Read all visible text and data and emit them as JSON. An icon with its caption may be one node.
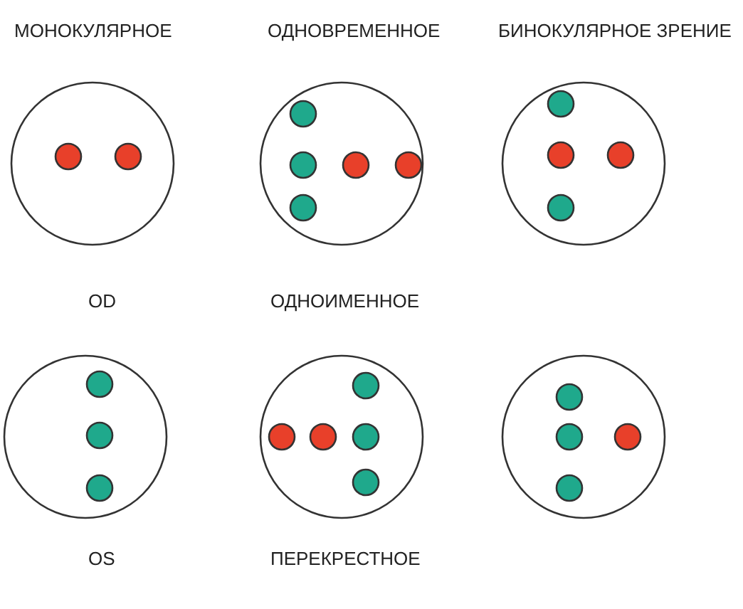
{
  "diagram": {
    "labels": [
      "МОНОКУЛЯРНОЕ",
      "ОДНОВРЕМЕННОЕ",
      "БИНОКУЛЯРНОЕ ЗРЕНИЕ",
      "OD",
      "ОДНОИМЕННОЕ",
      "OS",
      "ПЕРЕКРЕСТНОЕ"
    ]
  }
}
